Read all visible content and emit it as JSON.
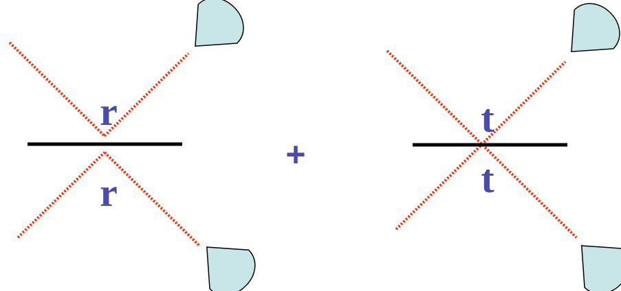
{
  "colors": {
    "beam": "#ff2a00",
    "interface": "#000000",
    "detector_fill": "#c8e6e8",
    "detector_stroke": "#000000",
    "label": "#4b4bab"
  },
  "icons": {
    "detector": "detector-icon"
  },
  "left_panel": {
    "upper_label": "r",
    "lower_label": "r"
  },
  "operator": {
    "plus": "+"
  },
  "right_panel": {
    "upper_label": "t",
    "lower_label": "t"
  }
}
